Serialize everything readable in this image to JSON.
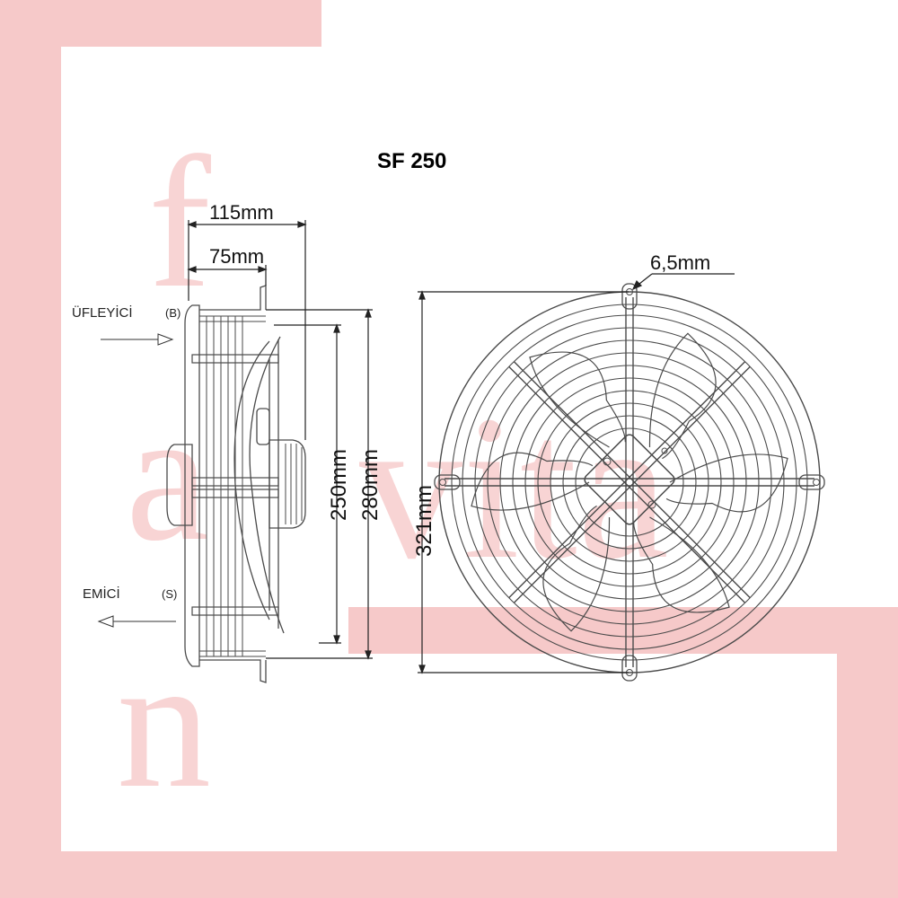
{
  "title": "SF 250",
  "watermark": {
    "letters": [
      "f",
      "a",
      "n"
    ],
    "word": "vita",
    "color": "#f6c9c9"
  },
  "side_view": {
    "dim_depth_total": "115mm",
    "dim_depth_motor": "75mm",
    "dim_inner_diameter": "250mm",
    "dim_outer_diameter": "280mm",
    "label_blower": "ÜFLEYİCİ",
    "label_blower_code": "(B)",
    "label_suction": "EMİCİ",
    "label_suction_code": "(S)"
  },
  "front_view": {
    "dim_overall": "321mm",
    "dim_hole": "6,5mm"
  },
  "colors": {
    "line": "#4a4a4a",
    "dim_line": "#222222",
    "watermark": "#f6c9c9"
  }
}
